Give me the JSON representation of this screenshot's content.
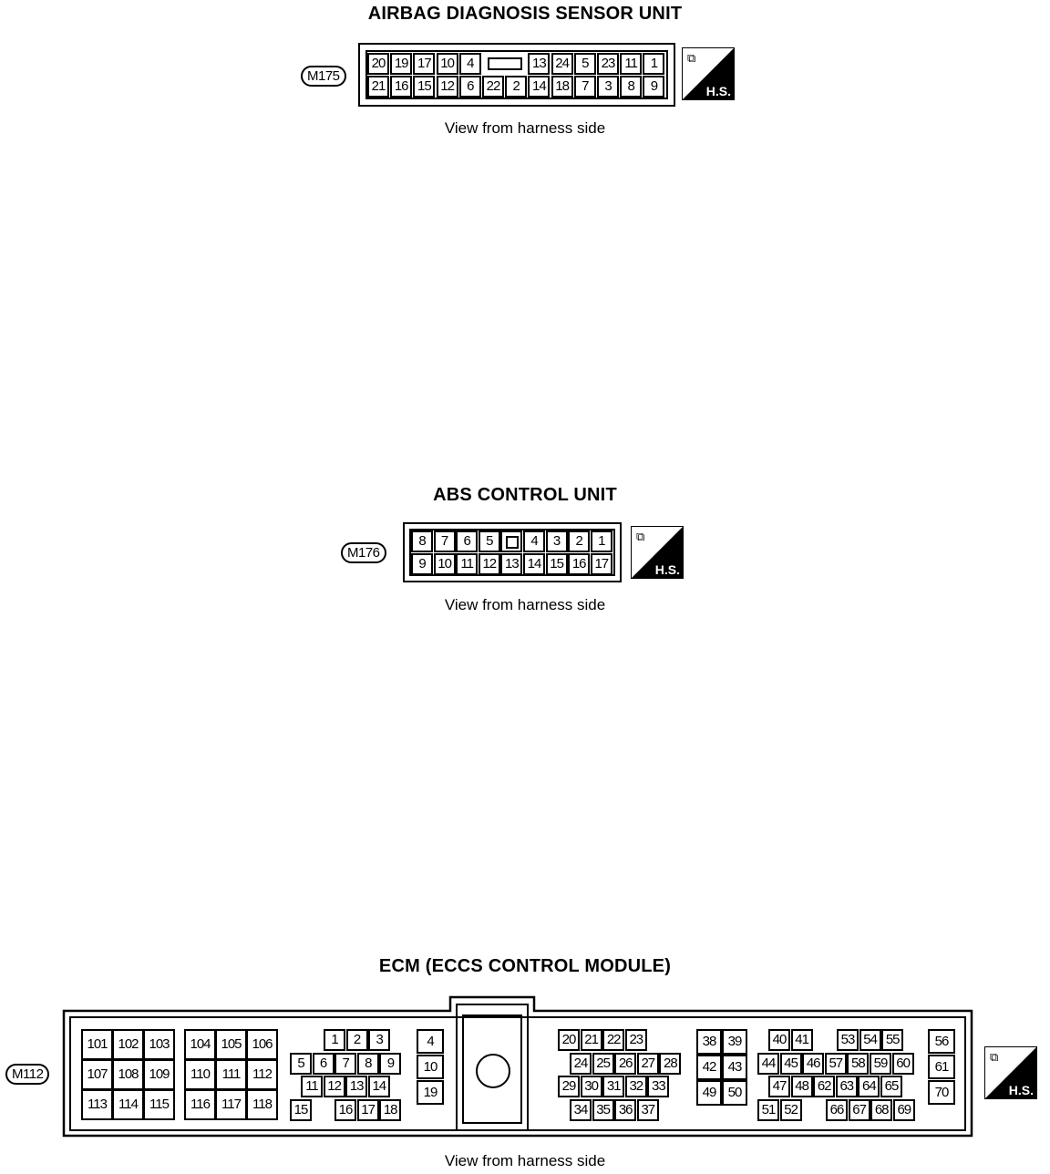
{
  "airbag": {
    "title": "AIRBAG DIAGNOSIS SENSOR UNIT",
    "connector": "M175",
    "row1": [
      "20",
      "19",
      "17",
      "10",
      "4",
      "",
      "13",
      "24",
      "5",
      "23",
      "11",
      "1"
    ],
    "row2": [
      "21",
      "16",
      "15",
      "12",
      "6",
      "22",
      "2",
      "14",
      "18",
      "7",
      "3",
      "8",
      "9"
    ],
    "caption": "View from harness side"
  },
  "abs": {
    "title": "ABS CONTROL UNIT",
    "connector": "M176",
    "row1": [
      "8",
      "7",
      "6",
      "5",
      "",
      "4",
      "3",
      "2",
      "1"
    ],
    "row2": [
      "9",
      "10",
      "11",
      "12",
      "13",
      "14",
      "15",
      "16",
      "17"
    ],
    "caption": "View from harness side"
  },
  "ecm": {
    "title": "ECM (ECCS CONTROL MODULE)",
    "connector": "M112",
    "caption": "View from harness side",
    "blockA": [
      "101",
      "102",
      "103",
      "107",
      "108",
      "109",
      "113",
      "114",
      "115"
    ],
    "blockB": [
      "104",
      "105",
      "106",
      "110",
      "111",
      "112",
      "116",
      "117",
      "118"
    ],
    "blockC": {
      "r1": [
        "1",
        "2",
        "3"
      ],
      "r2": [
        "5",
        "6",
        "7",
        "8",
        "9"
      ],
      "r3": [
        "11",
        "12",
        "13",
        "14"
      ],
      "r4a": [
        "15"
      ],
      "r4b": [
        "16",
        "17",
        "18"
      ]
    },
    "blockD": [
      "4",
      "10",
      "19"
    ],
    "blockE": {
      "r1": [
        "20",
        "21",
        "22",
        "23"
      ],
      "r2": [
        "24",
        "25",
        "26",
        "27",
        "28"
      ],
      "r3": [
        "29",
        "30",
        "31",
        "32",
        "33"
      ],
      "r4": [
        "34",
        "35",
        "36",
        "37"
      ]
    },
    "blockF": [
      "38",
      "39",
      "42",
      "43",
      "49",
      "50"
    ],
    "blockG": {
      "r1a": [
        "40",
        "41"
      ],
      "r1b": [
        "53",
        "54",
        "55"
      ],
      "r2": [
        "44",
        "45",
        "46",
        "57",
        "58",
        "59",
        "60"
      ],
      "r3": [
        "47",
        "48",
        "62",
        "63",
        "64",
        "65"
      ],
      "r4a": [
        "51",
        "52"
      ],
      "r4b": [
        "66",
        "67",
        "68",
        "69"
      ]
    },
    "blockH": [
      "56",
      "61",
      "70"
    ]
  },
  "hs_label": "H.S.",
  "hs_icon": "connector-icon"
}
